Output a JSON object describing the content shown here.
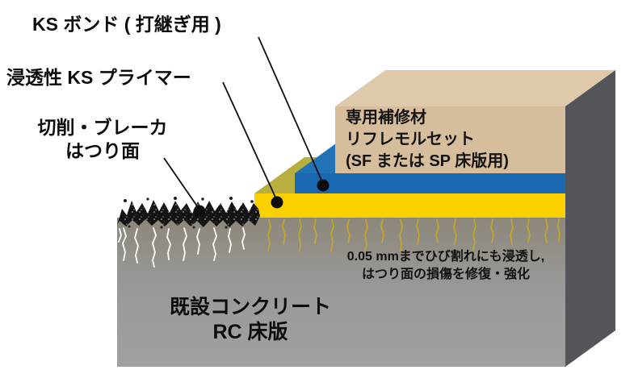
{
  "figure": {
    "callouts": {
      "ks_bond": "KS ボンド ( 打継ぎ用 )",
      "primer": "浸透性 KS プライマー",
      "chipped_1": "切削・ブレーカ",
      "chipped_2": "はつり面"
    },
    "repair_material": {
      "line1": "専用補修材",
      "line2": "リフレモルセット",
      "line3": "(SF または SP 床版用)"
    },
    "note": {
      "line1": "0.05 mmまでひび割れにも浸透し,",
      "line2": "はつり面の損傷を修復・強化"
    },
    "base": {
      "line1": "既設コンクリート",
      "line2": "RC 床版"
    }
  },
  "colors": {
    "repair_top": "#dfc9ab",
    "repair_front": "#d6bd9b",
    "bond_top": "#2272b8",
    "bond_front": "#1a68b0",
    "primer_sliver": "#b9af3f",
    "mortar_yellow": "#fdd000",
    "concrete_gray": "#9b9b9d",
    "side_dark": "#54555a",
    "crack_gold": "#c9a728",
    "crack_white": "#ffffff",
    "leader_black": "#0d0d0d"
  }
}
